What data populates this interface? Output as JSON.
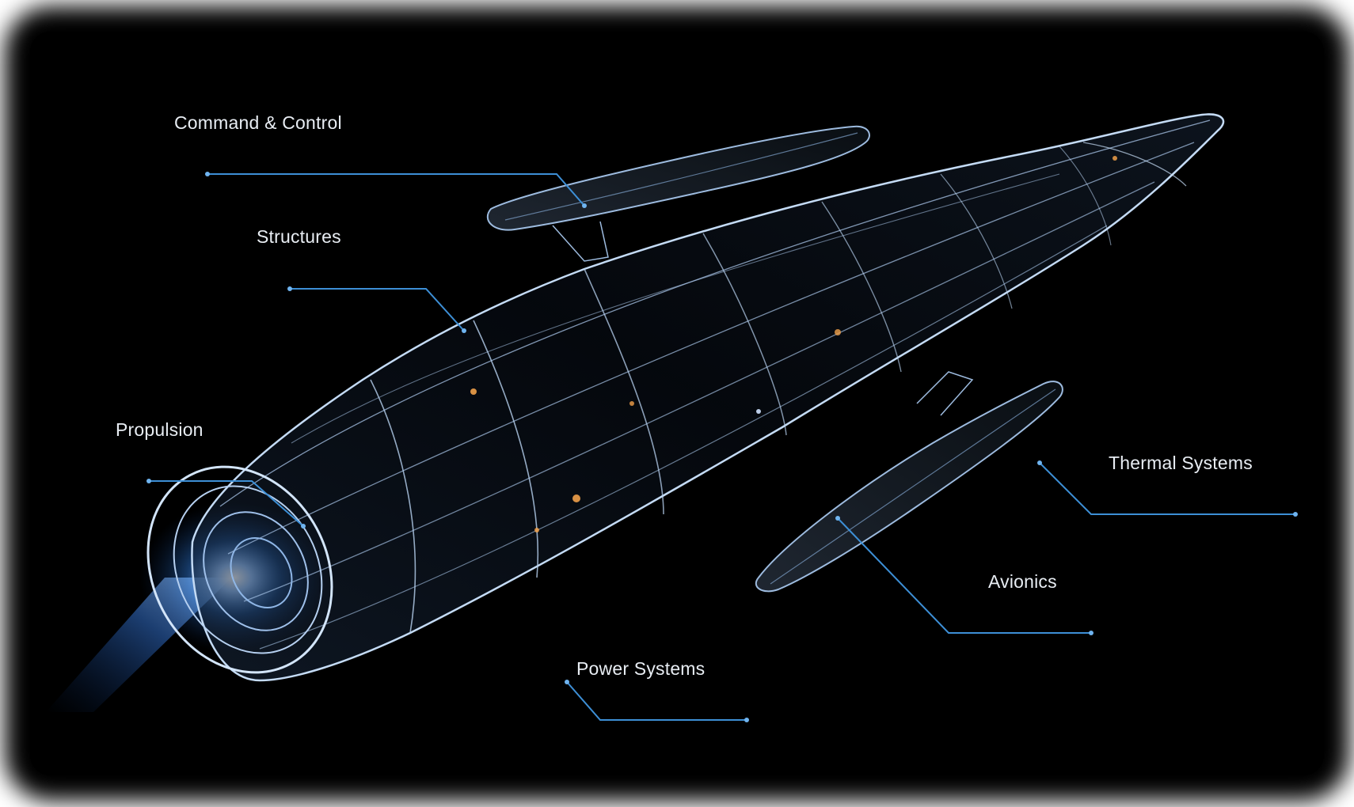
{
  "callouts": [
    {
      "id": "command-control",
      "label": "Command & Control"
    },
    {
      "id": "structures",
      "label": "Structures"
    },
    {
      "id": "propulsion",
      "label": "Propulsion"
    },
    {
      "id": "thermal-systems",
      "label": "Thermal Systems"
    },
    {
      "id": "avionics",
      "label": "Avionics"
    },
    {
      "id": "power-systems",
      "label": "Power Systems"
    }
  ],
  "colors": {
    "background": "#000000",
    "wireframe": "#b9d3f2",
    "leader_line": "#3d8fd6",
    "engine_glow": "#3f8cff",
    "label_text": "#e8edf3"
  }
}
